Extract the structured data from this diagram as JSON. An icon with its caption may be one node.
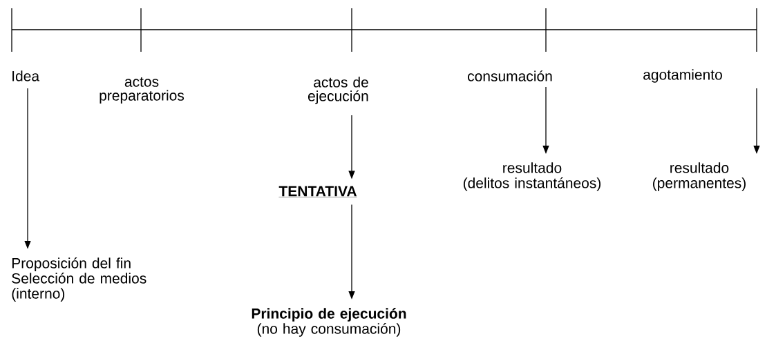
{
  "diagram": {
    "nodes": [
      {
        "text": [
          "Idea"
        ]
      },
      {
        "text": [
          "actos preparatorios"
        ]
      },
      {
        "text": [
          "actos de ejecución"
        ]
      },
      {
        "text": [
          "consumación"
        ]
      },
      {
        "text": [
          "agotamiento"
        ]
      },
      {
        "text": [
          "Proposición del fin",
          "Selección de medios",
          "(interno)"
        ]
      },
      {
        "text": [
          "TENTATIVA"
        ]
      },
      {
        "text": [
          "Principio de ejecución",
          "(no hay consumación)"
        ]
      },
      {
        "text": [
          "resultado",
          "(delitos instantáneos)"
        ]
      },
      {
        "text": [
          "resultado",
          "(permanentes)"
        ]
      }
    ],
    "edges": [
      {
        "from": 0,
        "to": 5,
        "arrow": "to"
      },
      {
        "from": 2,
        "to": 6,
        "arrow": "to"
      },
      {
        "from": 6,
        "to": 7,
        "arrow": "to"
      },
      {
        "from": 3,
        "to": 8,
        "arrow": "to"
      },
      {
        "from": 4,
        "to": 9,
        "arrow": "to"
      }
    ]
  }
}
